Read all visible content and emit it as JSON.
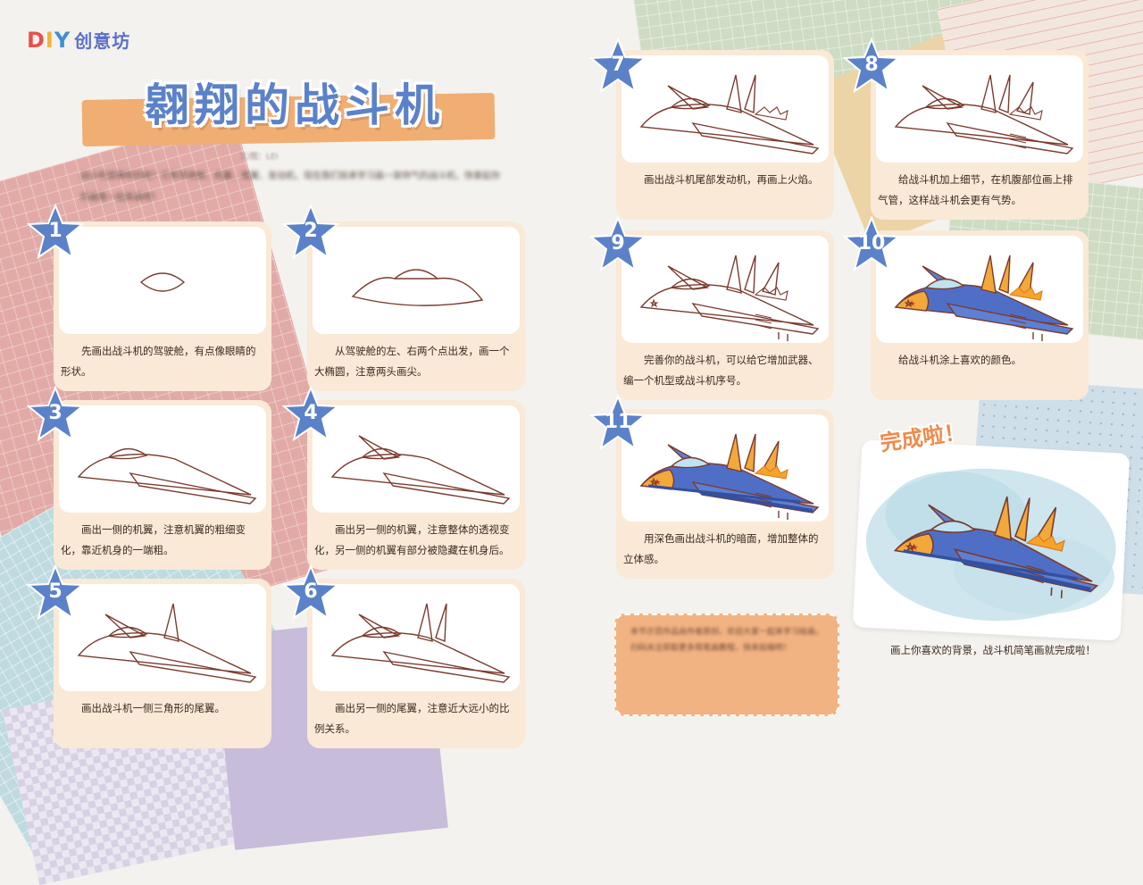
{
  "logo": {
    "d": "D",
    "i": "I",
    "y": "Y",
    "rest": "创意坊"
  },
  "title": "翱翔的战斗机",
  "author": "文/图：LEI",
  "intro": "战斗机是哪样的呢？它有驾驶舱、机翼、尾翼、发动机，现在我们就来学习画一架帅气的战斗机，快拿起你的画笔一起来画吧！",
  "steps": [
    {
      "num": "1",
      "caption": "先画出战斗机的驾驶舱，有点像眼睛的形状。"
    },
    {
      "num": "2",
      "caption": "从驾驶舱的左、右两个点出发，画一个大椭圆，注意两头画尖。"
    },
    {
      "num": "3",
      "caption": "画出一侧的机翼，注意机翼的粗细变化，靠近机身的一端粗。"
    },
    {
      "num": "4",
      "caption": "画出另一侧的机翼，注意整体的透视变化，另一侧的机翼有部分被隐藏在机身后。"
    },
    {
      "num": "5",
      "caption": "画出战斗机一侧三角形的尾翼。"
    },
    {
      "num": "6",
      "caption": "画出另一侧的尾翼，注意近大远小的比例关系。"
    },
    {
      "num": "7",
      "caption": "画出战斗机尾部发动机，再画上火焰。"
    },
    {
      "num": "8",
      "caption": "给战斗机加上细节，在机腹部位画上排气管，这样战斗机会更有气势。"
    },
    {
      "num": "9",
      "caption": "完善你的战斗机，可以给它增加武器、编一个机型或战斗机序号。"
    },
    {
      "num": "10",
      "caption": "给战斗机涂上喜欢的颜色。"
    },
    {
      "num": "11",
      "caption": "用深色画出战斗机的暗面，增加整体的立体感。"
    }
  ],
  "done": {
    "title": "完成啦！",
    "caption": "画上你喜欢的背景，战斗机简笔画就完成啦！"
  },
  "note": "本节示范作品由作者原创，欢迎大家一起来学习绘画，扫码关注获取更多简笔画教程，快来投稿吧！",
  "colors": {
    "badge": "#5b82c9",
    "card": "#f9e9d6",
    "title": "#5b82c9",
    "band": "#f0ae73",
    "jet_blue": "#4f6fc7",
    "jet_orange": "#f2a93b"
  }
}
